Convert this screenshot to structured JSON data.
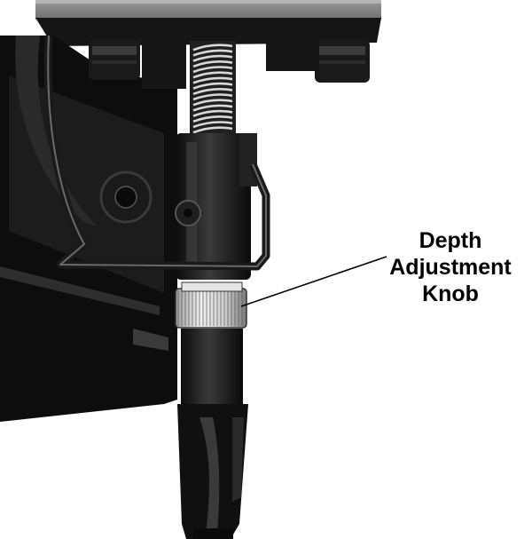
{
  "callout": {
    "line1": "Depth",
    "line2": "Adjustment",
    "line3": "Knob"
  },
  "colors": {
    "background": "#ffffff",
    "tool_body": "#111111",
    "housing_gray": "#8a8a8a",
    "knob_silver": "#d9d9d9",
    "leader_line": "#000000"
  },
  "icons": {
    "subject": "nailer-nose-photo"
  }
}
